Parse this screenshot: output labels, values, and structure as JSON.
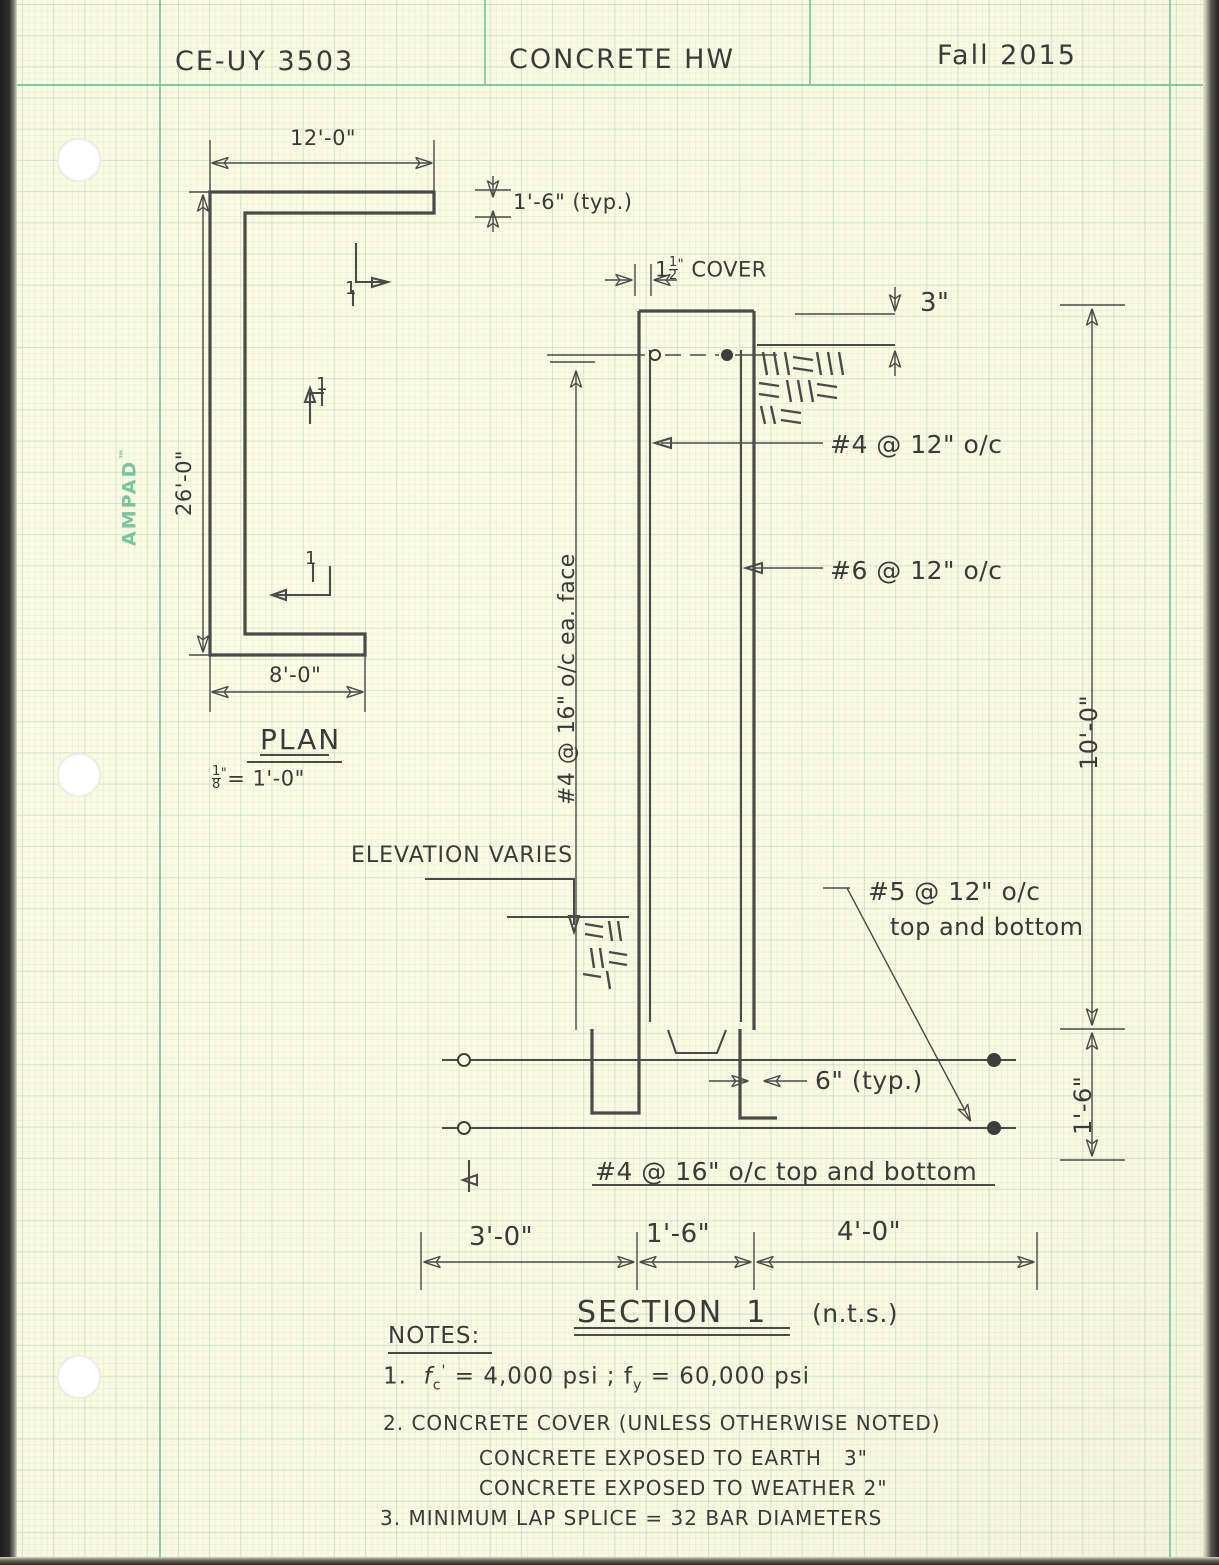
{
  "header": {
    "course": "CE-UY 3503",
    "assignment": "CONCRETE HW",
    "term": "Fall 2015"
  },
  "paper": {
    "brand": "AMPAD",
    "brand_tm": "™",
    "color": "#fbfbe4",
    "rule_color": "#6bbf97"
  },
  "plan": {
    "title": "PLAN",
    "scale_num": "1",
    "scale_den": "8",
    "scale_unit": "\"",
    "scale_equals": "= 1'-0\"",
    "dim_top": "12'-0\"",
    "dim_left": "26'-0\"",
    "dim_bottom": "8'-0\"",
    "dim_thickness": "1'-6\" (typ.)",
    "section_mark": "1"
  },
  "section": {
    "title": "SECTION",
    "title_number": "1",
    "title_scale": "(n.t.s.)",
    "cover_value": "1",
    "cover_frac_num": "1",
    "cover_frac_den": "2",
    "cover_unit": "\"",
    "cover_label": "COVER",
    "grade_cover": "3\"",
    "wall_horiz_bars": "#4 @ 12\" o/c",
    "wall_vert_bars": "#6 @ 12\" o/c",
    "wall_far_face_bars": "#4 @ 16\" o/c ea. face",
    "elevation_note": "ELEVATION VARIES",
    "footing_transverse_bars": "#5 @ 12\" o/c",
    "footing_transverse_bars_2": "top and bottom",
    "footing_long_bars": "#4 @ 16\" o/c top and bottom",
    "footing_cover": "6\" (typ.)",
    "dim_wall_height": "10'-0\"",
    "dim_footing_thickness": "1'-6\"",
    "dim_heel": "3'-0\"",
    "dim_stem": "1'-6\"",
    "dim_toe": "4'-0\""
  },
  "notes": {
    "heading": "NOTES:",
    "items": [
      {
        "num": "1.",
        "text_a": "f",
        "text_sub": "c",
        "text_prime": "'",
        "text_b": " = 4,000 psi ;  f",
        "text_sub2": "y",
        "text_c": " = 60,000 psi"
      },
      {
        "num": "2.",
        "text": "CONCRETE COVER (UNLESS OTHERWISE NOTED)",
        "sub_a": "CONCRETE EXPOSED TO EARTH",
        "sub_a_val": "3\"",
        "sub_b": "CONCRETE EXPOSED TO WEATHER",
        "sub_b_val": "2\""
      },
      {
        "num": "3.",
        "text": "MINIMUM LAP SPLICE = 32 BAR DIAMETERS"
      }
    ]
  }
}
